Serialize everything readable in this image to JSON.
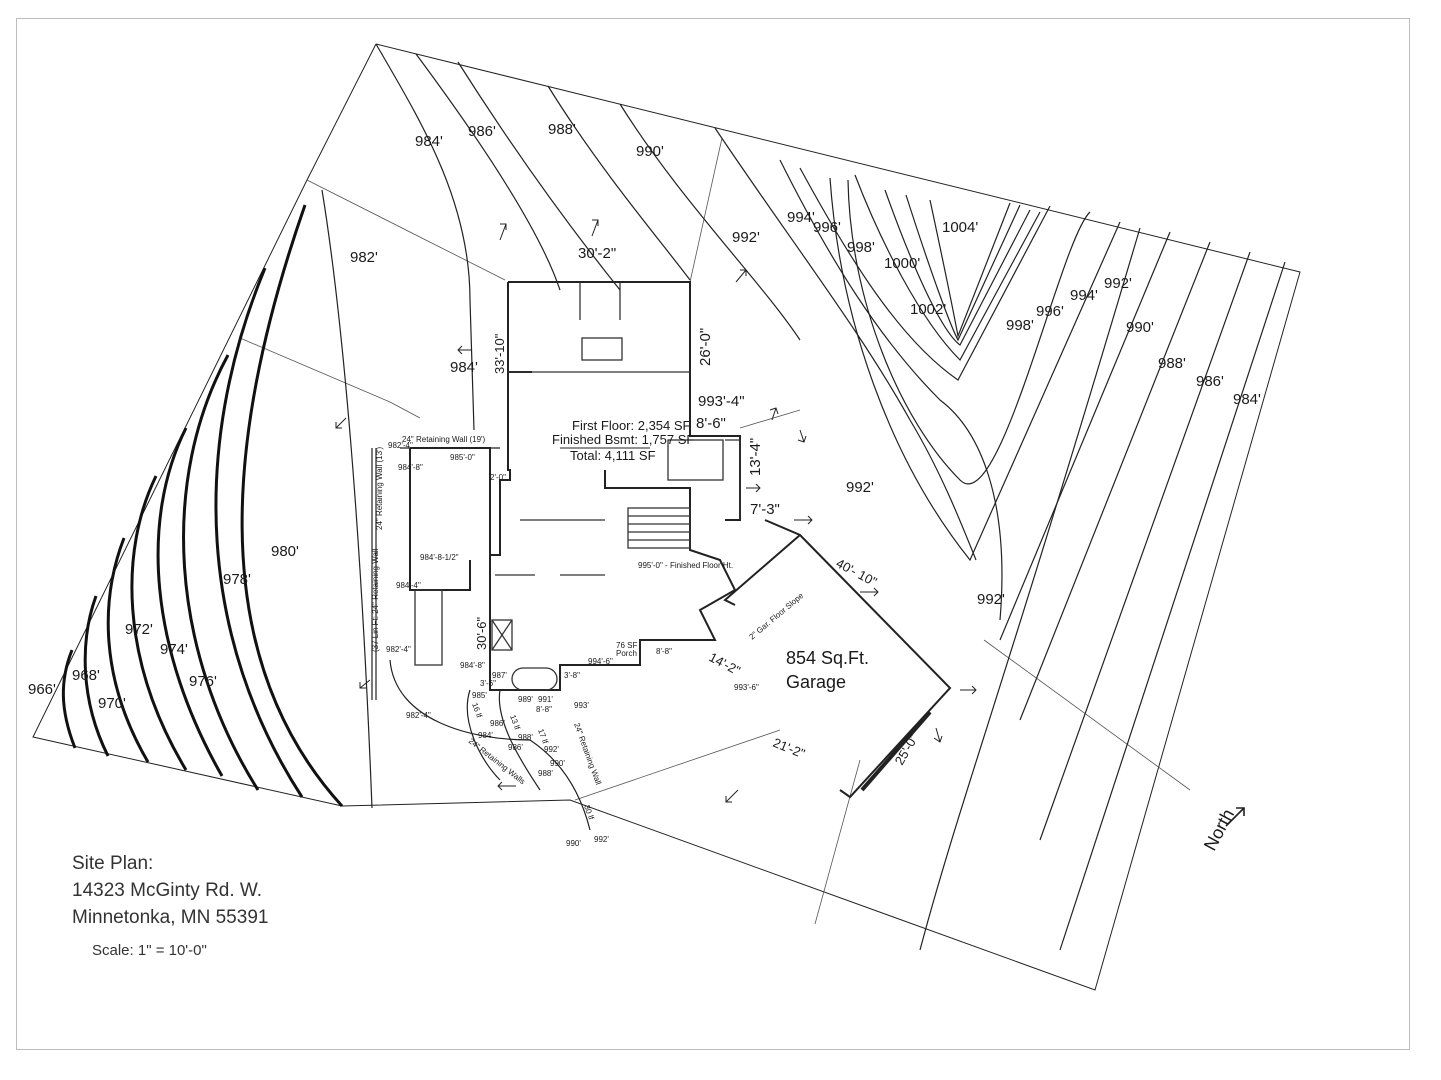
{
  "title": {
    "line1": "Site Plan:",
    "line2": "14323 McGinty Rd. W.",
    "line3": "Minnetonka, MN 55391",
    "scale": "Scale: 1\" = 10'-0\""
  },
  "north_label": "North",
  "areas": {
    "first_floor": "First Floor:  2,354 SF",
    "finished_bsmt": "Finished Bsmt:  1,757 SF",
    "total": "Total:  4,111 SF",
    "garage_line1": "854 Sq.Ft.",
    "garage_line2": "Garage",
    "porch_line1": "76 SF",
    "porch_line2": "Porch"
  },
  "contours": {
    "c984a": "984'",
    "c986a": "986'",
    "c988a": "988'",
    "c990a": "990'",
    "c992a": "992'",
    "c994a": "994'",
    "c996a": "996'",
    "c998a": "998'",
    "c1000": "1000'",
    "c1002": "1002'",
    "c1004": "1004'",
    "c998b": "998'",
    "c996b": "996'",
    "c994b": "994'",
    "c992b": "992'",
    "c990b": "990'",
    "c988b": "988'",
    "c986b": "986'",
    "c984b": "984'",
    "c982": "982'",
    "c984c": "984'",
    "c992c": "992'",
    "c992d": "992'",
    "c980": "980'",
    "c978": "978'",
    "c976": "976'",
    "c974": "974'",
    "c972": "972'",
    "c970": "970'",
    "c968": "968'",
    "c966": "966'"
  },
  "dimensions": {
    "d30_2": "30'-2\"",
    "d26_0": "26'-0\"",
    "d33_10": "33'-10\"",
    "d993_4": "993'-4\"",
    "d8_6": "8'-6\"",
    "d13_4": "13'-4\"",
    "d7_3": "7'-3\"",
    "d40_10": "40'- 10\"",
    "d21_2": "21'-2\"",
    "d25_0": "25'-0\"",
    "d14_2": "14'-2\"",
    "d30_6": "30'-6\"",
    "d8_8a": "8'-8\"",
    "d8_8b": "8'-8\"",
    "d3_6": "3'-6\"",
    "d3_8": "3'-8\"",
    "d2_0": "2'-0\""
  },
  "notes": {
    "wall19": "24\" Retaining Wall (19')",
    "wall13": "24\" Retaining Wall (13')",
    "wall37": "(37 Lin Ft: 24\" Retaining Wall",
    "walls24": "24\" Retaining Walls",
    "wall24": "24\" Retaining Wall",
    "gar_slope": "2\" Gar. Floor Slope",
    "finished_floor": "995'-0\" - Finished Floor Ht.",
    "e982_4a": "982'-4\"",
    "e982_4b": "982'-4\"",
    "e982_4c": "982'-4\"",
    "e985_0": "985'-0\"",
    "e984_8": "984'-8\"",
    "e984_8b": "984'-8\"",
    "e984_4": "984'-4\"",
    "e984_8_12": "984'-8-1/2\"",
    "e985": "985'",
    "e986": "986'",
    "e987": "987'",
    "e988": "988'",
    "e989": "989'",
    "e990": "990'",
    "e991": "991'",
    "e992": "992'",
    "e993": "993'",
    "e984": "984'",
    "e988b": "988'",
    "e986b": "986'",
    "e990b": "990'",
    "e992b": "992'",
    "e993_6": "993'-6\"",
    "e994_6": "994'-6\"",
    "l16": "16 lf",
    "l13": "13 lf",
    "l17": "17 lf",
    "l30": "30 lf"
  }
}
